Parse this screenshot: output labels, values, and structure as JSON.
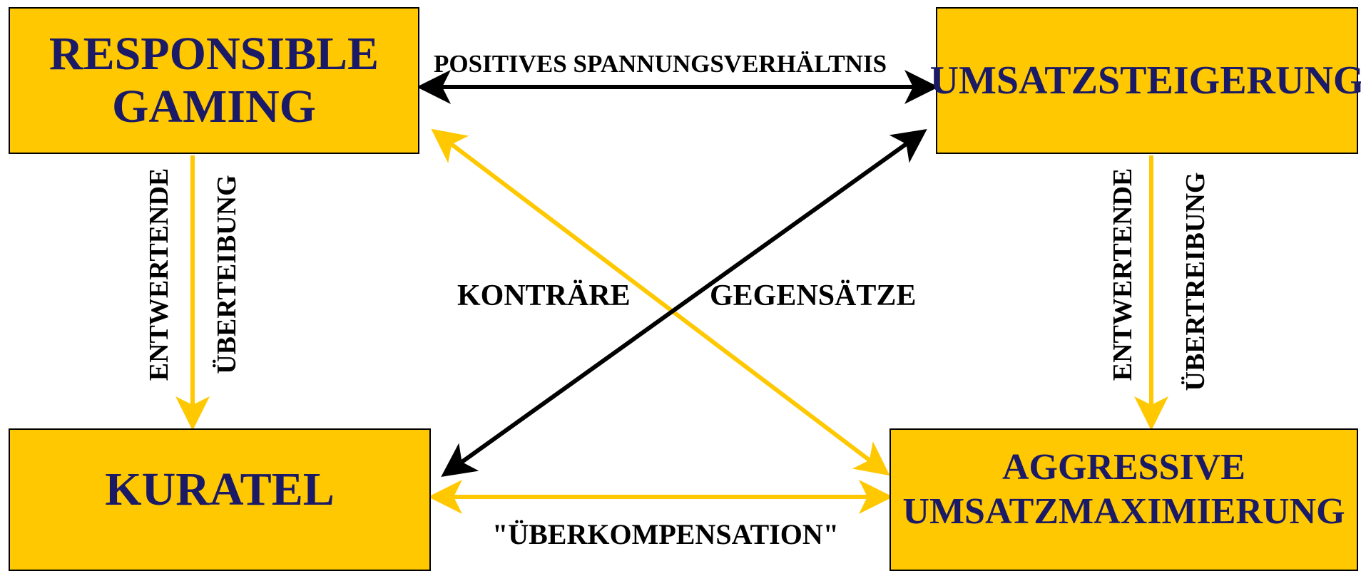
{
  "colors": {
    "box_fill": "#FFC800",
    "box_text": "#1A1A66",
    "arrow_black": "#000000",
    "arrow_yellow": "#FFC800"
  },
  "boxes": {
    "responsible_gaming": {
      "line1": "RESPONSIBLE",
      "line2": "GAMING"
    },
    "umsatzsteigerung": {
      "text": "UMSATZSTEIGERUNG"
    },
    "kuratel": {
      "text": "KURATEL"
    },
    "aggressive": {
      "line1": "AGGRESSIVE",
      "line2": "UMSATZMAXIMIERUNG"
    }
  },
  "labels": {
    "top": "POSITIVES SPANNUNGSVERHÄLTNIS",
    "left_a": "ENTWERTENDE",
    "left_b": "ÜBERTEIBUNG",
    "right_a": "ENTWERTENDE",
    "right_b": "ÜBERTREIBUNG",
    "center_left": "KONTRÄRE",
    "center_right": "GEGENSÄTZE",
    "bottom": "\"ÜBERKOMPENSATION\""
  }
}
